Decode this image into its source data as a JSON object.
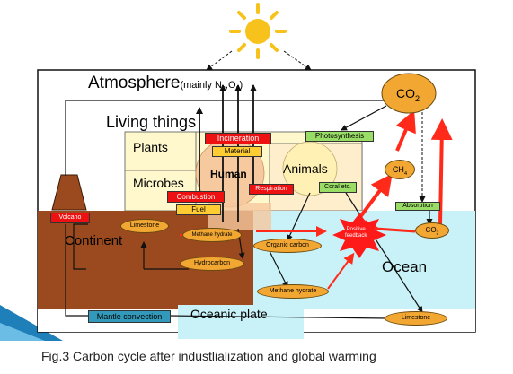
{
  "sun": {
    "icon": "sun-icon",
    "color": "#f7c21b"
  },
  "colors": {
    "continent": "#9a4a1e",
    "ocean": "#c8f2f8",
    "living_things": "#fff8cc",
    "human": "#f6c79d",
    "label_red": "#ee1111",
    "label_yellow": "#ffcc33",
    "label_green": "#99dd66",
    "oval_orange": "#f2a733",
    "arrow_red": "#ff2a1a",
    "corner_accent": "#1f7fb8"
  },
  "atmosphere": {
    "title": "Atmosphere",
    "note_prefix": "(mainly N",
    "note_sub1": "2",
    "note_mid": ",O",
    "note_sub2": "2",
    "note_suffix": ")"
  },
  "co2_top": {
    "main": "CO",
    "sub": "2"
  },
  "ch4": {
    "main": "CH",
    "sub": "4"
  },
  "co2_small": {
    "main": "CO",
    "sub": "2"
  },
  "living_things": "Living things",
  "plants": "Plants",
  "microbes": "Microbes",
  "human": "Human",
  "animals": "Animals",
  "continent": "Continent",
  "ocean": "Ocean",
  "oceanic_plate": "Oceanic plate",
  "boxes": {
    "incineration": "Incineration",
    "material": "Material",
    "photosynthesis": "Photosynthesis",
    "combustion": "Combustion",
    "fuel": "Fuel",
    "respiration": "Respiration",
    "coral": "Coral etc.",
    "absorption": "Absorption",
    "volcano": "Volcano",
    "mantle_convection": "Mantle convection"
  },
  "ovals": {
    "limestone_land": "Limestone",
    "methane_hydrate_land": "Methane hydrate",
    "hydrocarbon": "Hydrocarbon",
    "organic_carbon": "Organic carbon",
    "methane_hydrate_sea": "Methane hydrate",
    "limestone_sea": "Limestone"
  },
  "feedback": {
    "line1": "Positive",
    "line2": "feedback"
  },
  "caption": "Fig.3 Carbon cycle after industlialization and global warming"
}
